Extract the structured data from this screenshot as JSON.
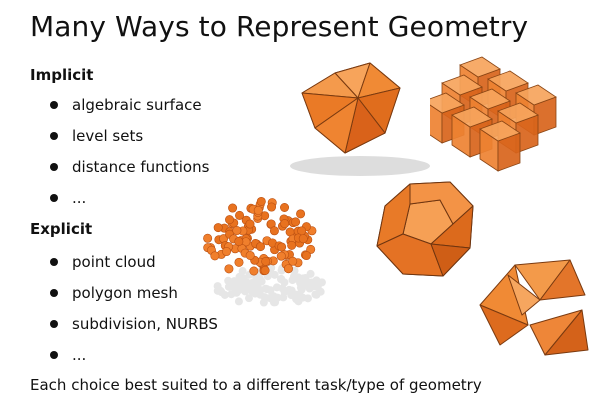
{
  "slide": {
    "title": "Many Ways to Represent Geometry",
    "implicit": {
      "heading": "Implicit",
      "items": [
        "algebraic surface",
        "level sets",
        "distance functions",
        "..."
      ]
    },
    "explicit": {
      "heading": "Explicit",
      "items": [
        "point cloud",
        "polygon mesh",
        "subdivision, NURBS",
        "..."
      ]
    },
    "footer": "Each choice best suited to a different task/type of geometry"
  },
  "colors": {
    "orange": "#f07f2c",
    "orange_light": "#f7a25b",
    "orange_dark": "#c4561a",
    "shadow": "#d9d9d9"
  },
  "figures": [
    "icosahedron",
    "voxel-grid",
    "point-cloud",
    "dodecahedron",
    "triangle-soup"
  ]
}
